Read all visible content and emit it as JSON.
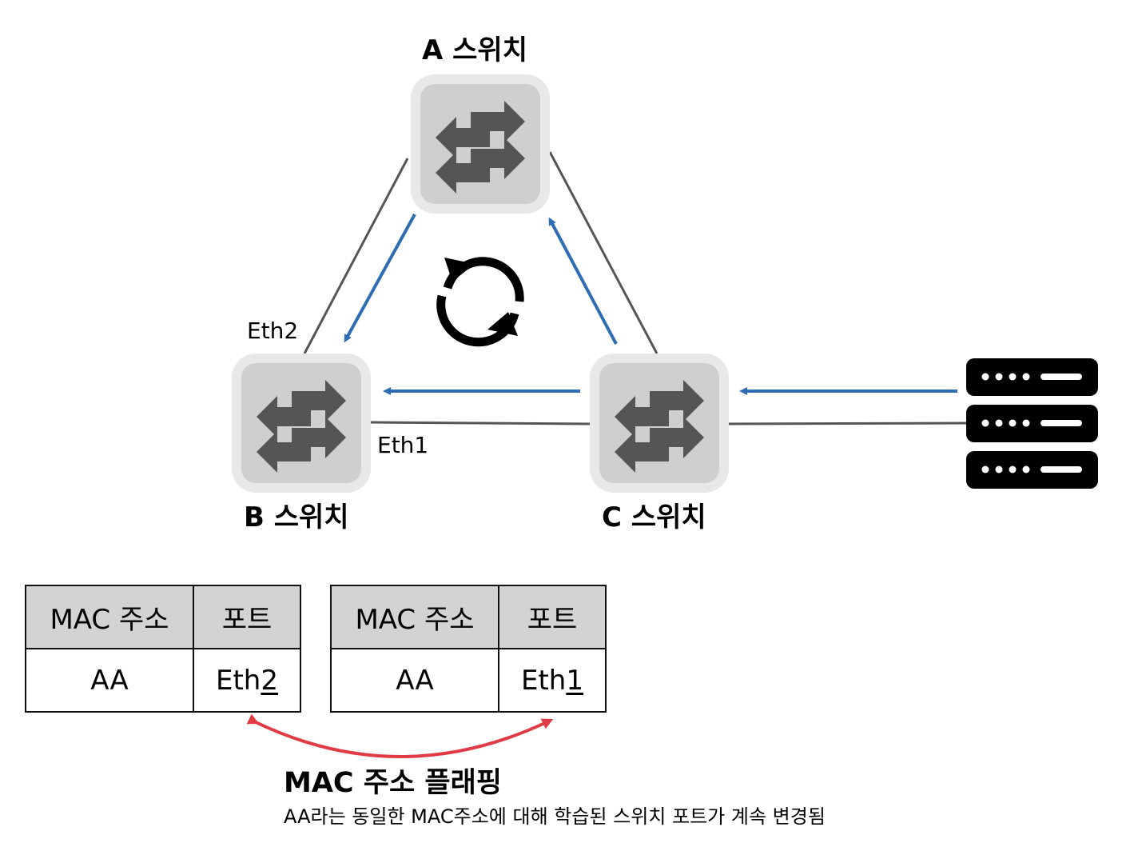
{
  "switches": {
    "a": {
      "label": "A 스위치"
    },
    "b": {
      "label": "B 스위치"
    },
    "c": {
      "label": "C 스위치"
    }
  },
  "ports": {
    "b_eth2": "Eth2",
    "b_eth1": "Eth1"
  },
  "tables": [
    {
      "headers": [
        "MAC 주소",
        "포트"
      ],
      "row": {
        "mac": "AA",
        "port_prefix": "Eth",
        "port_digit": "2"
      }
    },
    {
      "headers": [
        "MAC 주소",
        "포트"
      ],
      "row": {
        "mac": "AA",
        "port_prefix": "Eth",
        "port_digit": "1"
      }
    }
  ],
  "caption": {
    "title": "MAC 주소 플래핑",
    "subtitle": "AA라는 동일한 MAC주소에 대해 학습된 스위치 포트가 계속 변경됨"
  },
  "colors": {
    "flow_arrow": "#2e6db4",
    "flapping_arrow": "#e03a45",
    "link_line": "#555555",
    "switch_outer": "#e8e8e8",
    "switch_inner": "#d0cfd0",
    "switch_icon": "#555555",
    "server": "#000000",
    "table_header_bg": "#d3d3d3"
  },
  "icons": [
    "switch-icon",
    "server-icon",
    "loop-refresh-icon"
  ]
}
